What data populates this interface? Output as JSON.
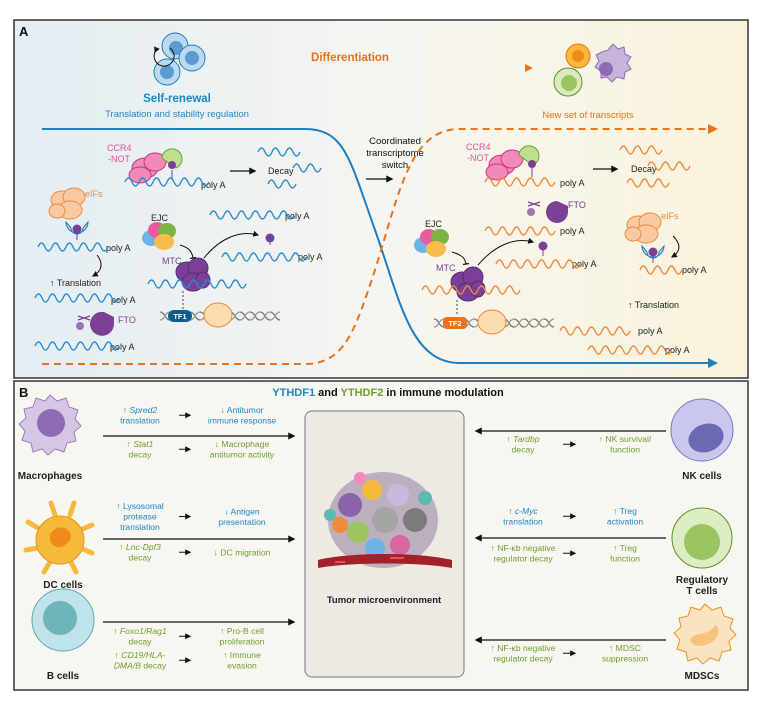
{
  "colors": {
    "ythdf1_blue": "#1b87c9",
    "ythdf2_green": "#6e9e2e",
    "differentiation_orange": "#e8731c",
    "ccr4_pink": "#e0529a",
    "m6a_purple": "#7b3f98",
    "eifs_orange": "#f08a3c"
  },
  "panel_a": {
    "label": "A",
    "self_renewal_title": "Self-renewal",
    "self_renewal_subtitle": "Translation and stability regulation",
    "differentiation": "Differentiation",
    "new_transcripts": "New set of transcripts",
    "switch": [
      "Coordinated",
      "transcriptome",
      "switch"
    ],
    "poly_a": "poly A",
    "decay": "Decay",
    "translation": "↑ Translation",
    "ccr4": [
      "CCR4",
      "-NOT"
    ],
    "eifs": "eIFs",
    "ejc": "EJC",
    "mtc": "MTC",
    "fto": "FTO",
    "tf_left": "TF1",
    "tf_right": "TF2"
  },
  "panel_b": {
    "label": "B",
    "title": {
      "ythdf1": "YTHDF1",
      "and": " and ",
      "ythdf2": "YTHDF2",
      "rest": " in immune modulation"
    },
    "center_label": "Tumor microenvironment",
    "cells": {
      "macrophages": [
        "Macrophages"
      ],
      "dc": [
        "DC cells"
      ],
      "b": [
        "B cells"
      ],
      "nk": [
        "NK cells"
      ],
      "treg": [
        "Regulatory",
        "T cells"
      ],
      "mdsc": [
        "MDSCs"
      ]
    },
    "annotations": [
      {
        "cell": "macrophages",
        "reader": "YTHDF1",
        "cause": [
          [
            {
              "text": "↑ "
            },
            {
              "text": "Spred2",
              "italic": true
            }
          ],
          [
            {
              "text": "translation"
            }
          ]
        ],
        "effect": [
          [
            {
              "text": "↓ Antitumor"
            }
          ],
          [
            {
              "text": "immune response"
            }
          ]
        ]
      },
      {
        "cell": "macrophages",
        "reader": "YTHDF2",
        "cause": [
          [
            {
              "text": "↑ "
            },
            {
              "text": "Stat1",
              "italic": true
            }
          ],
          [
            {
              "text": "decay"
            }
          ]
        ],
        "effect": [
          [
            {
              "text": "↓ Macrophage"
            }
          ],
          [
            {
              "text": "antitumor activity"
            }
          ]
        ]
      },
      {
        "cell": "dc",
        "reader": "YTHDF1",
        "cause": [
          [
            {
              "text": "↑ Lysosomal"
            }
          ],
          [
            {
              "text": "protease"
            }
          ],
          [
            {
              "text": "translation"
            }
          ]
        ],
        "effect": [
          [
            {
              "text": "↓ Antigen"
            }
          ],
          [
            {
              "text": "presentation"
            }
          ]
        ]
      },
      {
        "cell": "dc",
        "reader": "YTHDF2",
        "cause": [
          [
            {
              "text": "↑ "
            },
            {
              "text": "Lnc-Dpf3",
              "italic": true
            }
          ],
          [
            {
              "text": "decay"
            }
          ]
        ],
        "effect": [
          [
            {
              "text": "↓ DC migration"
            }
          ]
        ]
      },
      {
        "cell": "b",
        "reader": "YTHDF2",
        "cause": [
          [
            {
              "text": "↑ "
            },
            {
              "text": "Foxo1/Rag1",
              "italic": true
            }
          ],
          [
            {
              "text": "decay"
            }
          ]
        ],
        "effect": [
          [
            {
              "text": "↑ Pro-B cell"
            }
          ],
          [
            {
              "text": "proliferation"
            }
          ]
        ]
      },
      {
        "cell": "b",
        "reader": "YTHDF2",
        "cause": [
          [
            {
              "text": "↑ "
            },
            {
              "text": "CD19/HLA-",
              "italic": true
            }
          ],
          [
            {
              "text": "DMA/B",
              "italic": true
            },
            {
              "text": " decay"
            }
          ]
        ],
        "effect": [
          [
            {
              "text": "↑ Immune"
            }
          ],
          [
            {
              "text": "evasion"
            }
          ]
        ]
      },
      {
        "cell": "nk",
        "reader": "YTHDF2",
        "cause": [
          [
            {
              "text": "↑ "
            },
            {
              "text": "Tardbp",
              "italic": true
            }
          ],
          [
            {
              "text": "decay"
            }
          ]
        ],
        "effect": [
          [
            {
              "text": "↑ NK survival/"
            }
          ],
          [
            {
              "text": "function"
            }
          ]
        ]
      },
      {
        "cell": "treg",
        "reader": "YTHDF1",
        "cause": [
          [
            {
              "text": "↑ "
            },
            {
              "text": "c-Myc",
              "italic": true
            }
          ],
          [
            {
              "text": "translation"
            }
          ]
        ],
        "effect": [
          [
            {
              "text": "↑ Treg"
            }
          ],
          [
            {
              "text": "activation"
            }
          ]
        ]
      },
      {
        "cell": "treg",
        "reader": "YTHDF2",
        "cause": [
          [
            {
              "text": "↑ NF-κb negative"
            }
          ],
          [
            {
              "text": "regulator decay"
            }
          ]
        ],
        "effect": [
          [
            {
              "text": "↑ Treg"
            }
          ],
          [
            {
              "text": "function"
            }
          ]
        ]
      },
      {
        "cell": "mdsc",
        "reader": "YTHDF2",
        "cause": [
          [
            {
              "text": "↑ NF-κb negative"
            }
          ],
          [
            {
              "text": "regulator decay"
            }
          ]
        ],
        "effect": [
          [
            {
              "text": "↑ MDSC"
            }
          ],
          [
            {
              "text": "suppression"
            }
          ]
        ]
      }
    ]
  }
}
